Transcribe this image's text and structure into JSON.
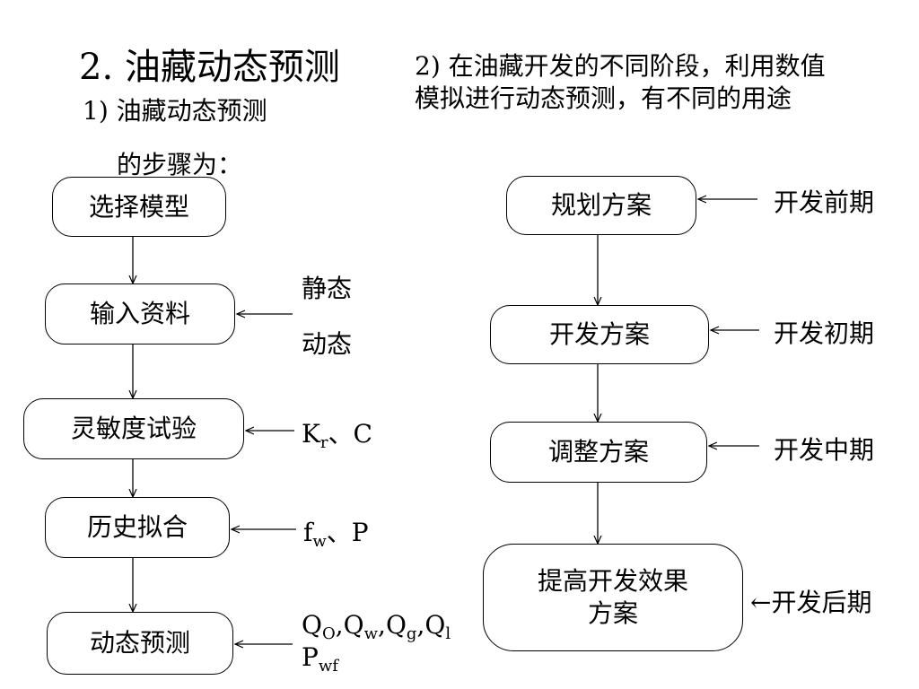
{
  "title": "2. 油藏动态预测",
  "left": {
    "heading_line1": "1) 油藏动态预测",
    "heading_line2": "的步骤为：",
    "steps": [
      {
        "label": "选择模型"
      },
      {
        "label": "输入资料",
        "note": [
          "静态",
          "动态"
        ]
      },
      {
        "label": "灵敏度试验",
        "note": {
          "k": "K",
          "k_sub": "r",
          "rest": "、C"
        }
      },
      {
        "label": "历史拟合",
        "note": {
          "f": "f",
          "f_sub": "w",
          "rest": "、P"
        }
      },
      {
        "label": "动态预测",
        "note": {
          "q": "Q",
          "q_o": "O",
          "q_w": "w",
          "q_g": "g",
          "q_l": "l",
          "p": "P",
          "p_wf": "wf"
        }
      }
    ]
  },
  "right": {
    "heading_line1": "2) 在油藏开发的不同阶段，利用数值",
    "heading_line2": "模拟进行动态预测，有不同的用途",
    "stages": [
      {
        "plan": "规划方案",
        "stage": "开发前期"
      },
      {
        "plan": "开发方案",
        "stage": "开发初期"
      },
      {
        "plan": "调整方案",
        "stage": "开发中期"
      },
      {
        "plan_line1": "提高开发效果",
        "plan_line2": "方案",
        "stage": "←开发后期"
      }
    ]
  }
}
